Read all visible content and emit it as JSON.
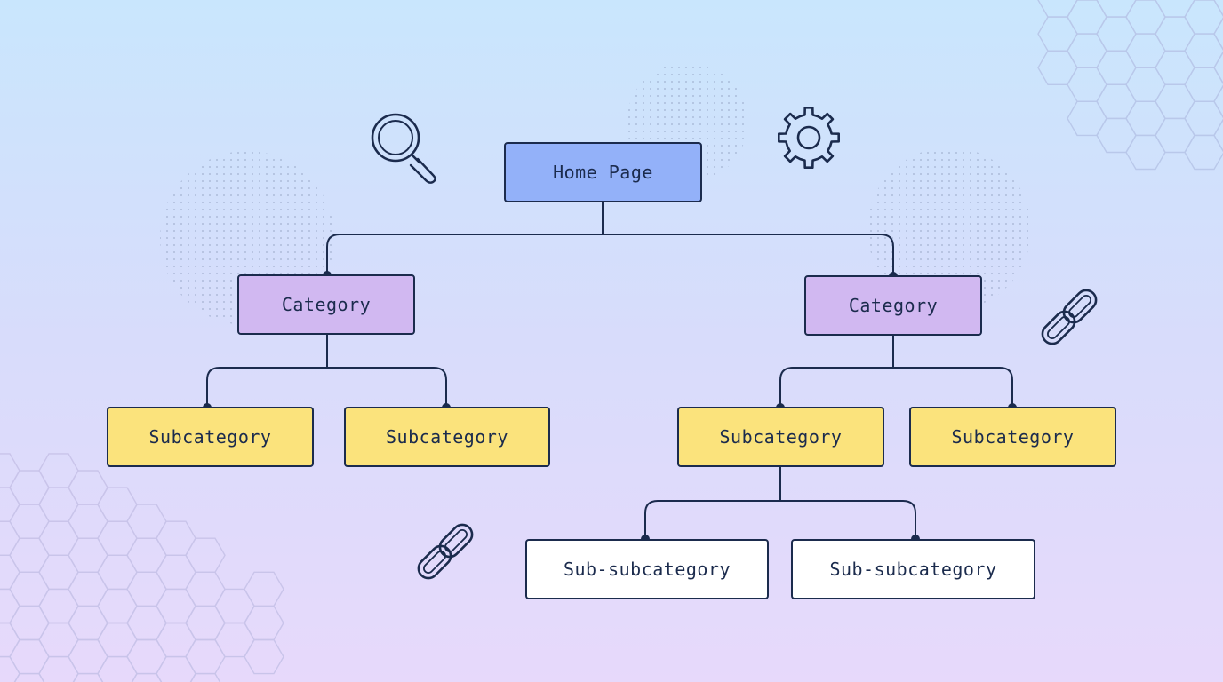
{
  "colors": {
    "line": "#1b2b4d",
    "home": "#93b1f9",
    "category": "#d1b8f1",
    "subcategory": "#fbe37c",
    "subsubcategory": "#ffffff"
  },
  "icons": [
    "search-icon",
    "gear-icon",
    "link-icon",
    "link-icon"
  ],
  "nodes": {
    "home": "Home Page",
    "category_left": "Category",
    "category_right": "Category",
    "sub_1": "Subcategory",
    "sub_2": "Subcategory",
    "sub_3": "Subcategory",
    "sub_4": "Subcategory",
    "subsub_1": "Sub-subcategory",
    "subsub_2": "Sub-subcategory"
  }
}
